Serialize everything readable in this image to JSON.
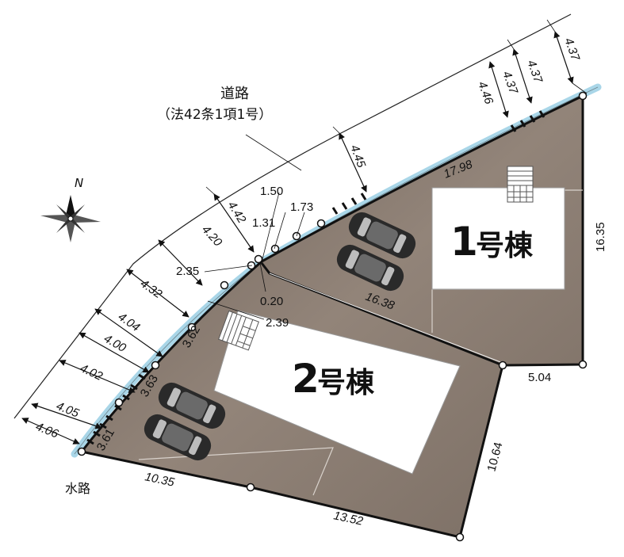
{
  "road": {
    "name": "道路",
    "legal": "（法42条1項1号）"
  },
  "waterway": "水路",
  "north": "N",
  "buildings": {
    "b1": {
      "num": "1",
      "suffix": "号棟"
    },
    "b2": {
      "num": "2",
      "suffix": "号棟"
    }
  },
  "road_widths": {
    "w1": "4.37",
    "w2": "4.37",
    "w3": "4.37",
    "w4": "4.46",
    "w5": "4.45",
    "w6": "4.42",
    "w7": "4.20",
    "w8": "4.32",
    "w9": "4.04",
    "w10": "4.00",
    "w11": "4.02",
    "w12": "4.05",
    "w13": "4.06"
  },
  "frontage": {
    "f1": "17.98",
    "f2": "1.73",
    "f3": "1.50",
    "f4": "1.31",
    "f5": "2.35",
    "f6": "0.20",
    "f7": "2.39",
    "f8": "3.62",
    "f9": "3.63",
    "f10": "3.61"
  },
  "boundaries": {
    "east": "16.35",
    "step": "5.04",
    "south_east": "10.64",
    "south": "13.52",
    "south_west": "10.35",
    "divider": "16.38"
  }
}
